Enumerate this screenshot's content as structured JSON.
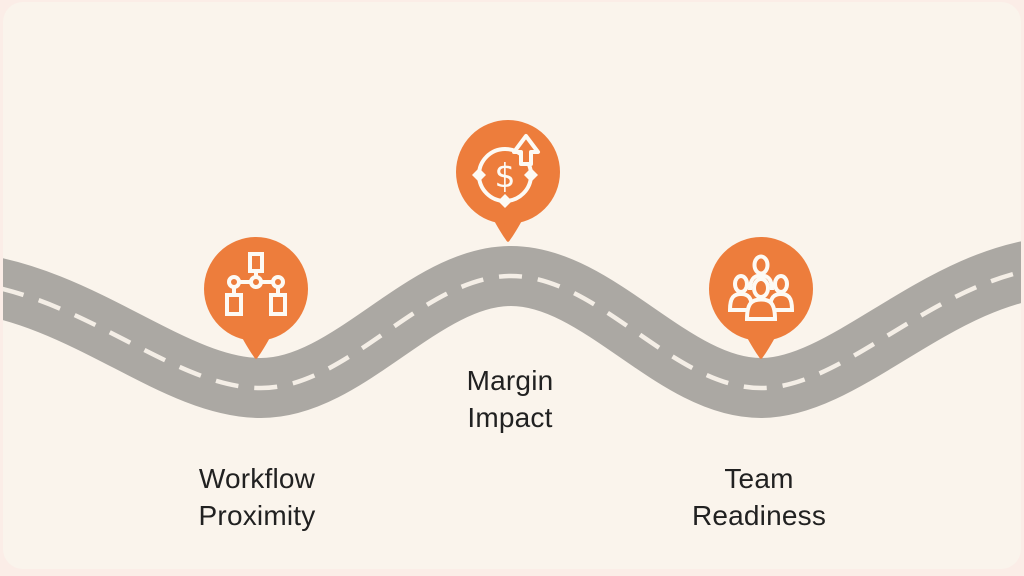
{
  "colors": {
    "background": "#FBEDE7",
    "card_background": "#FAF4EC",
    "road": "#ABA8A3",
    "road_dash": "#F4EEE6",
    "accent_orange": "#ED7D3C",
    "text": "#212121"
  },
  "diagram": {
    "type": "roadmap-milestones",
    "milestones": [
      {
        "label": "Workflow\nProximity",
        "icon": "org-chart-icon"
      },
      {
        "label": "Margin\nImpact",
        "icon": "dollar-growth-icon"
      },
      {
        "label": "Team\nReadiness",
        "icon": "team-icon"
      }
    ]
  }
}
